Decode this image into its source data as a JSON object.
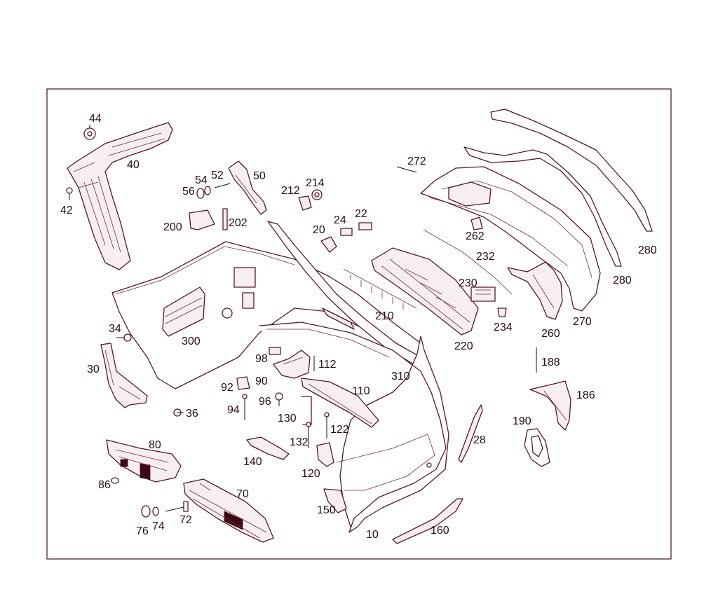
{
  "diagram": {
    "type": "exploded-parts-diagram",
    "colors": {
      "line": "#5a1526",
      "frame": "#4a0f1e",
      "text": "#2a0a10",
      "background": "#ffffff"
    },
    "part_numbers": {
      "p10": "10",
      "p20": "20",
      "p22": "22",
      "p24": "24",
      "p28": "28",
      "p30": "30",
      "p34": "34",
      "p36": "36",
      "p40": "40",
      "p42": "42",
      "p44": "44",
      "p50": "50",
      "p52": "52",
      "p54": "54",
      "p56": "56",
      "p70": "70",
      "p72": "72",
      "p74": "74",
      "p76": "76",
      "p80": "80",
      "p86": "86",
      "p90": "90",
      "p92": "92",
      "p94": "94",
      "p96": "96",
      "p98": "98",
      "p110": "110",
      "p112": "112",
      "p120": "120",
      "p122": "122",
      "p130": "130",
      "p132": "132",
      "p140": "140",
      "p150": "150",
      "p160": "160",
      "p186": "186",
      "p188": "188",
      "p190": "190",
      "p200": "200",
      "p202": "202",
      "p210": "210",
      "p212": "212",
      "p214": "214",
      "p220": "220",
      "p230": "230",
      "p232": "232",
      "p234": "234",
      "p260": "260",
      "p262": "262",
      "p270": "270",
      "p272": "272",
      "p280a": "280",
      "p280b": "280",
      "p300": "300",
      "p310": "310"
    }
  }
}
